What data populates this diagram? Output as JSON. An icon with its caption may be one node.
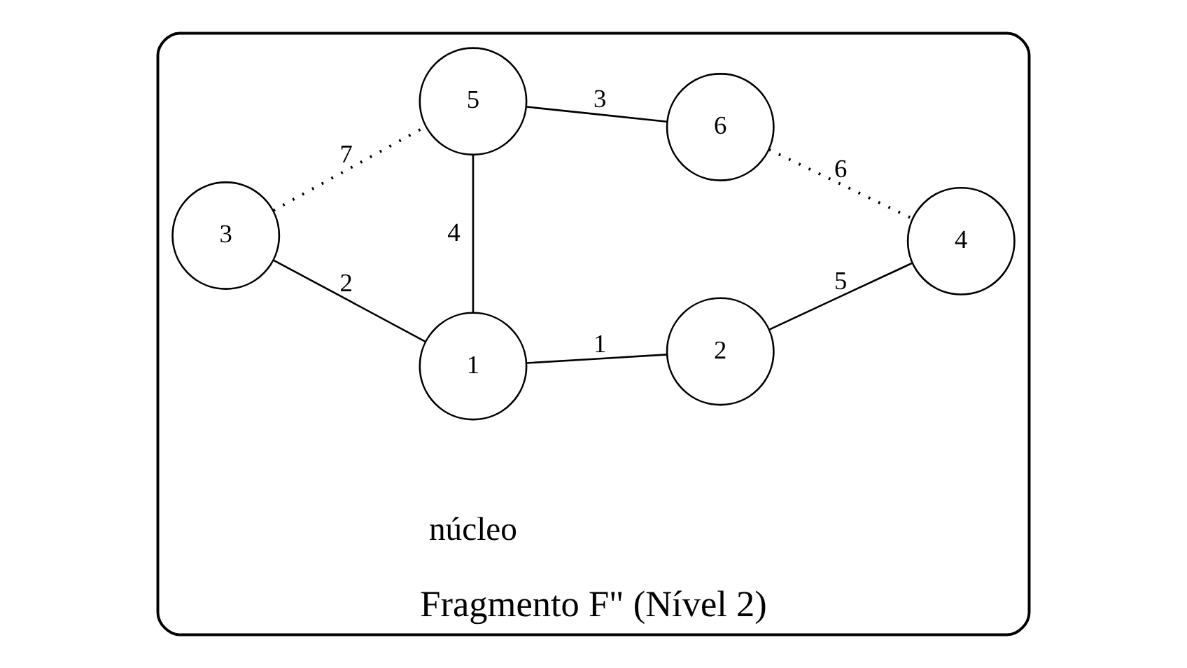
{
  "diagram": {
    "nodes": [
      {
        "text": [
          "Fragmento F\" (Nível 2)"
        ]
      },
      {
        "text": [
          "1"
        ],
        "in": 0
      },
      {
        "text": [
          "2"
        ],
        "in": 0
      },
      {
        "text": [
          "3"
        ],
        "in": 0
      },
      {
        "text": [
          "4"
        ],
        "in": 0
      },
      {
        "text": [
          "5"
        ],
        "in": 0
      },
      {
        "text": [
          "6"
        ],
        "in": 0
      }
    ],
    "edges": [
      {
        "from": 1,
        "to": 2,
        "arrow": "none",
        "label": "1"
      },
      {
        "from": 3,
        "to": 1,
        "arrow": "none",
        "label": "2"
      },
      {
        "from": 1,
        "to": 5,
        "arrow": "none",
        "label": "4"
      },
      {
        "from": 2,
        "to": 4,
        "arrow": "none",
        "label": "5"
      },
      {
        "from": 6,
        "to": 4,
        "arrow": "none",
        "label": "6",
        "style": "dashed"
      },
      {
        "from": 3,
        "to": 5,
        "arrow": "none",
        "label": "7",
        "style": "dashed"
      },
      {
        "from": 5,
        "to": 6,
        "arrow": "none",
        "label": "3"
      }
    ],
    "labels": [
      "núcleo"
    ]
  }
}
